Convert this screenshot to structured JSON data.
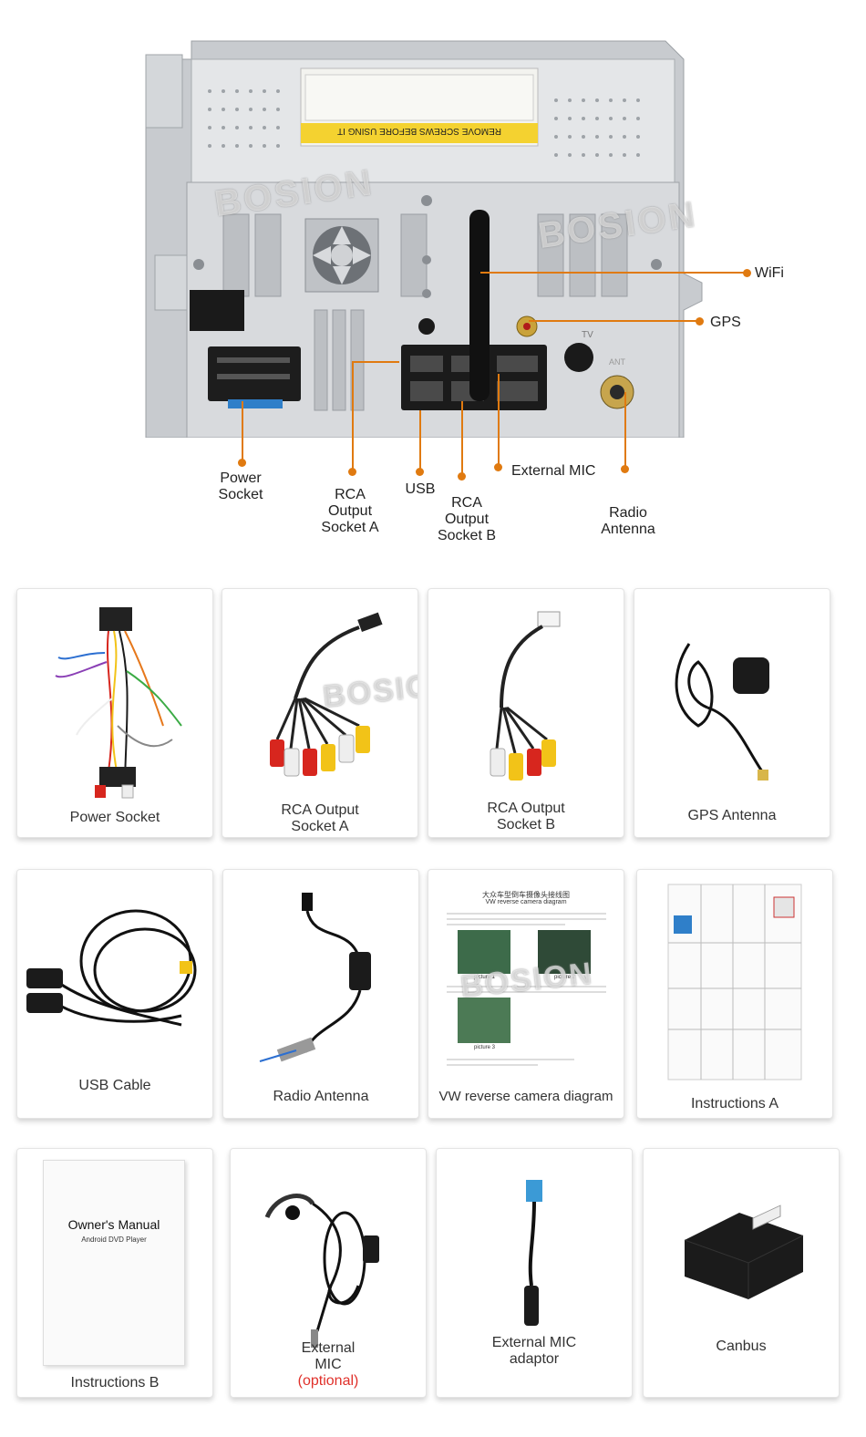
{
  "watermark": "BOSION",
  "unit": {
    "label_tv": "TV",
    "label_ant": "ANT",
    "warning_text": "REMOVE SCREWS BEFORE USING IT"
  },
  "callouts": {
    "wifi": "WiFi",
    "gps": "GPS",
    "power_socket": [
      "Power",
      "Socket"
    ],
    "rca_a": [
      "RCA",
      "Output",
      "Socket A"
    ],
    "usb": "USB",
    "rca_b": [
      "RCA",
      "Output",
      "Socket B"
    ],
    "external_mic": "External MIC",
    "radio_antenna": [
      "Radio",
      "Antenna"
    ]
  },
  "accessories": [
    {
      "caption": "Power Socket"
    },
    {
      "caption": "RCA Output Socket A",
      "lines": [
        "RCA Output",
        "Socket A"
      ]
    },
    {
      "caption": "RCA Output Socket B",
      "lines": [
        "RCA Output",
        "Socket B"
      ]
    },
    {
      "caption": "GPS Antenna"
    },
    {
      "caption": "USB Cable"
    },
    {
      "caption": "Radio Antenna"
    },
    {
      "caption": "VW reverse camera diagram"
    },
    {
      "caption": "Instructions A"
    },
    {
      "caption": "Instructions B",
      "manual_title": "Owner's Manual",
      "manual_subtitle": "Android DVD Player"
    },
    {
      "caption": "External MIC",
      "lines": [
        "External",
        "MIC"
      ],
      "note": "(optional)"
    },
    {
      "caption": "External MIC adaptor",
      "lines": [
        "External MIC",
        "adaptor"
      ]
    },
    {
      "caption": "Canbus"
    }
  ],
  "diagram_doc": {
    "title_cn": "大众车型倒车摄像头接线图",
    "title_en": "VW reverse camera diagram",
    "picture1": "picture 1",
    "picture2": "picture 2",
    "picture3": "picture 3"
  },
  "colors": {
    "accent_orange": "#e07a10",
    "optional_red": "#e0302a",
    "unit_silver": "#c9ccd0"
  }
}
